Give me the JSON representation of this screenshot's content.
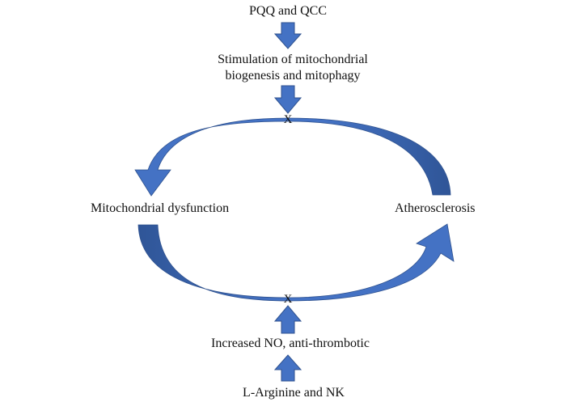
{
  "diagram": {
    "top_source": "PQQ and QCC",
    "top_effect_line1": "Stimulation of  mitochondrial",
    "top_effect_line2": "biogenesis and mitophagy",
    "top_block_mark": "X",
    "left_node": "Mitochondrial dysfunction",
    "right_node": "Atherosclerosis",
    "bottom_block_mark": "X",
    "bottom_effect": "Increased NO, anti-thrombotic",
    "bottom_source": "L-Arginine and NK"
  },
  "colors": {
    "arrow_fill": "#4472c4",
    "arrow_stroke": "#2f528f",
    "arc_dark": "#2f5597",
    "arc_light": "#4472c4",
    "text": "#111111"
  }
}
